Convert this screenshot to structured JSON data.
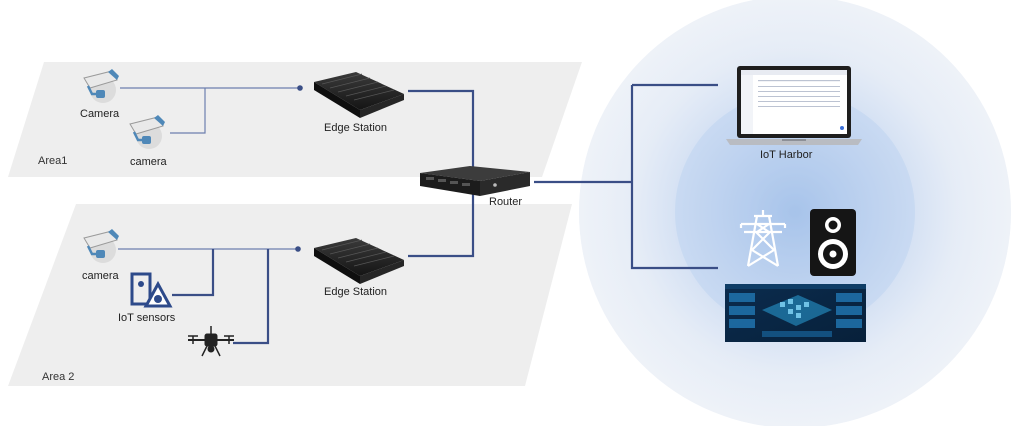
{
  "areas": [
    {
      "label": "Area1"
    },
    {
      "label": "Area 2"
    }
  ],
  "nodes": {
    "camera_1": "Camera",
    "camera_2": "camera",
    "camera_3": "camera",
    "iot_sensors": "IoT sensors",
    "edge_station_1": "Edge Station",
    "edge_station_2": "Edge Station",
    "router": "Router",
    "iot_harbor": "IoT Harbor"
  },
  "icons": {
    "camera": "security-camera-icon",
    "sensors": "iot-sensors-icon",
    "drone": "drone-icon",
    "edge_station": "edge-station-device",
    "router": "router-device",
    "laptop": "laptop-icon",
    "tower": "power-tower-icon",
    "speaker": "speaker-icon",
    "dashboard": "dashboard-screen"
  },
  "colors": {
    "link": "#3a4e86",
    "thin_link": "#6d7fae",
    "area_fill": "#eeeeee",
    "halo": "#a9c3ea",
    "camera_accent": "#4f88b8"
  }
}
